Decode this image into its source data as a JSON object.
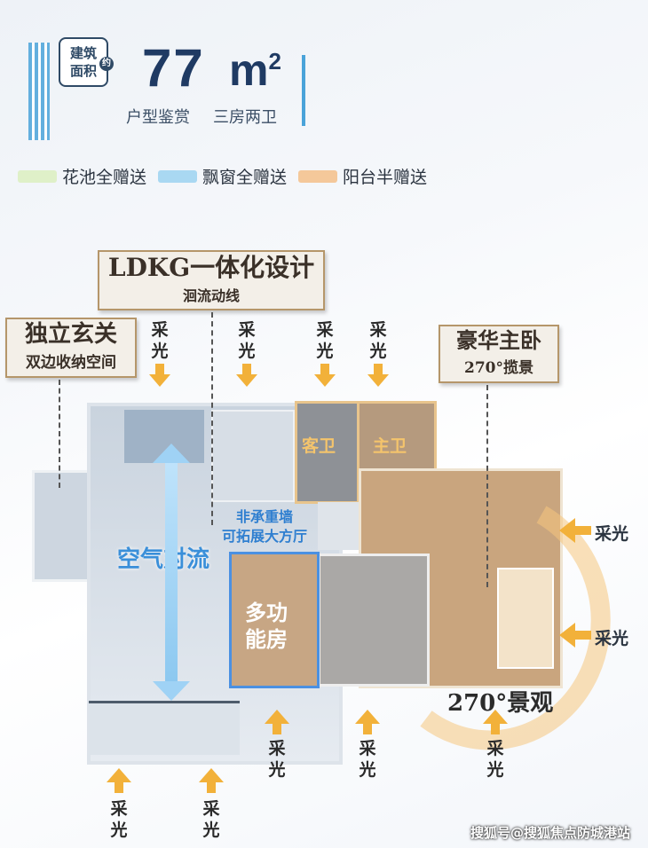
{
  "header": {
    "badge_line1": "建筑",
    "badge_line2": "面积",
    "badge_tag": "约",
    "area_value": "77",
    "area_unit": "m",
    "area_unit_sup": "2",
    "subtitle_left": "户型鉴赏",
    "subtitle_right": "三房两卫"
  },
  "legend": [
    {
      "label": "花池全赠送",
      "color": "#dff0c8"
    },
    {
      "label": "飘窗全赠送",
      "color": "#a9d8f2"
    },
    {
      "label": "阳台半赠送",
      "color": "#f4c89a"
    }
  ],
  "callouts": {
    "ldkg_title": "LDKG一体化设计",
    "ldkg_sub": "洄流动线",
    "entry_title": "独立玄关",
    "entry_sub": "双边收纳空间",
    "master_title": "豪华主卧",
    "master_sub": "270°揽景"
  },
  "rooms": {
    "guest_bath": "客卫",
    "master_bath": "主卫",
    "multi_room_line1": "多功",
    "multi_room_line2": "能房",
    "wall_note_line1": "非承重墙",
    "wall_note_line2": "可拓展大方厅",
    "airflow": "空气对流",
    "view_label": "270°景观"
  },
  "lighting_label": "采光",
  "watermark": "搜狐号@搜狐焦点防城港站"
}
